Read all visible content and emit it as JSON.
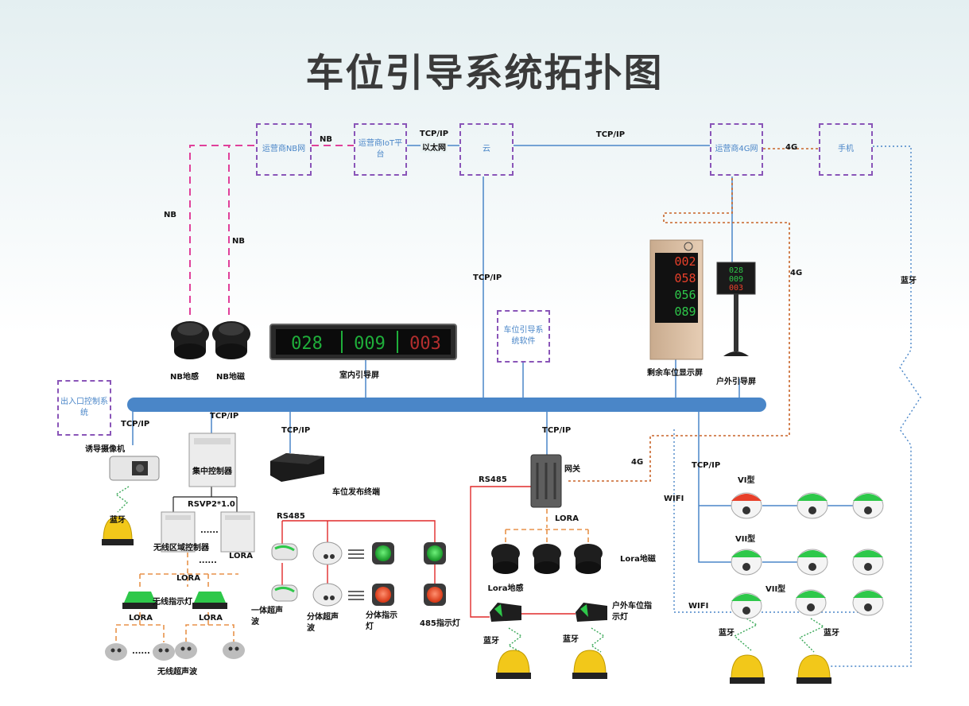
{
  "title": "车位引导系统拓扑图",
  "cloud_boxes": {
    "nb_net": "运营商NB网",
    "iot": "运营商IoT平台",
    "cloud": "云",
    "g4_net": "运营商4G网",
    "phone": "手机",
    "software": "车位引导系统软件",
    "entry": "出入口控制系统"
  },
  "links": {
    "nb_a": "NB",
    "nb_b": "NB",
    "nb_c": "NB",
    "tcp_iot": "TCP/IP",
    "eth": "以太网",
    "tcp_cloud": "TCP/IP",
    "g4_phone": "4G",
    "tcp_vertical": "TCP/IP",
    "g4_right": "4G",
    "bluetooth_right": "蓝牙",
    "tcp_camera": "TCP/IP",
    "tcp_controller": "TCP/IP",
    "tcp_terminal": "TCP/IP",
    "tcp_gateway": "TCP/IP",
    "tcp_cams": "TCP/IP",
    "g4_gateway": "4G",
    "wifi_a": "WIFI",
    "wifi_b": "WIFI",
    "rs485_a": "RS485",
    "rs485_b": "RS485",
    "rsvp": "RSVP2*1.0",
    "lora_a": "LORA",
    "lora_b": "LORA",
    "lora_c": "LORA",
    "lora_d": "LORA",
    "lora_e": "LORA",
    "bt_a": "蓝牙",
    "bt_b": "蓝牙",
    "bt_c": "蓝牙",
    "bt_d": "蓝牙",
    "bt_e": "蓝牙"
  },
  "devices": {
    "nb_sensor_1": "NB地感",
    "nb_sensor_2": "NB地磁",
    "indoor_screen": "室内引导屏",
    "indoor_screen_values": [
      "028",
      "009",
      "003"
    ],
    "remaining_screen": "剩余车位显示屏",
    "remaining_values": [
      "002",
      "058",
      "056",
      "089"
    ],
    "outdoor_screen": "户外引导屏",
    "outdoor_values": [
      "028",
      "009",
      "003"
    ],
    "camera": "诱导摄像机",
    "controller": "集中控制器",
    "terminal": "车位发布终端",
    "gateway": "网关",
    "region_controller": "无线区域控制器",
    "lora_label": "LORA",
    "wireless_light": "无线指示灯",
    "wireless_ultrasonic": "无线超声波",
    "integrated_ultrasonic": "一体超声波",
    "split_ultrasonic": "分体超声波",
    "split_light": "分体指示灯",
    "light_485": "485指示灯",
    "lora_sensor": "Lora地感",
    "lora_magnetic": "Lora地磁",
    "outdoor_light": "户外车位指示灯",
    "type_vi": "VI型",
    "type_vii_a": "VII型",
    "type_vii_b": "VII型",
    "dots": "......"
  },
  "colors": {
    "bus": "#4a86c8",
    "nb_line": "#e0409a",
    "purple_box": "#8a55b8",
    "rs485": "#e02a2a",
    "lora_line": "#e8924a",
    "g4_line": "#c86428",
    "bt_line": "#3aa858",
    "wifi_line": "#4a86c8",
    "led_red": "#e8402a",
    "led_green": "#2ec84a"
  }
}
